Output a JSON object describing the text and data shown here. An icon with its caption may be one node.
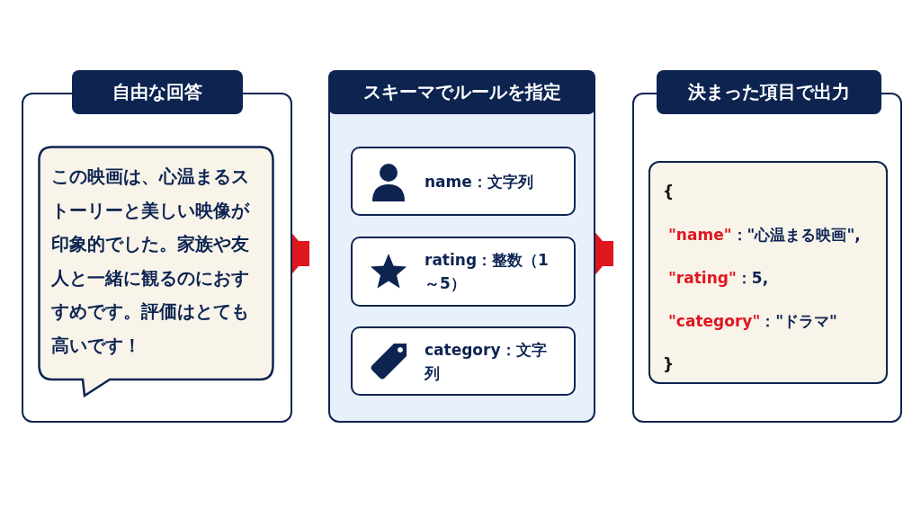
{
  "diagram": {
    "nodes": [
      {
        "text": [
          "自由な回答"
        ]
      },
      {
        "text": [
          "この映画は、心温まるストーリーと美しい映像が印象的でした。家族や友人と一緒に観るのにおすすめです。評価はとても高いです！"
        ],
        "in": 0
      },
      {
        "text": [
          "スキーマでルールを指定"
        ]
      },
      {
        "text": [
          "name：文字列"
        ],
        "in": 2
      },
      {
        "text": [
          "rating：整数（1～5）"
        ],
        "in": 2
      },
      {
        "text": [
          "category：文字列"
        ],
        "in": 2
      },
      {
        "text": [
          "決まった項目で出力"
        ]
      },
      {
        "text": [
          "{",
          "\"name\"",
          "：\"心温まる映画\",",
          "\"rating\"",
          "：5,",
          "\"category\"",
          "：\"ドラマ\"",
          "}"
        ],
        "in": 6
      }
    ],
    "edges": [
      {
        "from": 0,
        "to": 2,
        "arrow": "to"
      },
      {
        "from": 2,
        "to": 6,
        "arrow": "to"
      }
    ]
  }
}
